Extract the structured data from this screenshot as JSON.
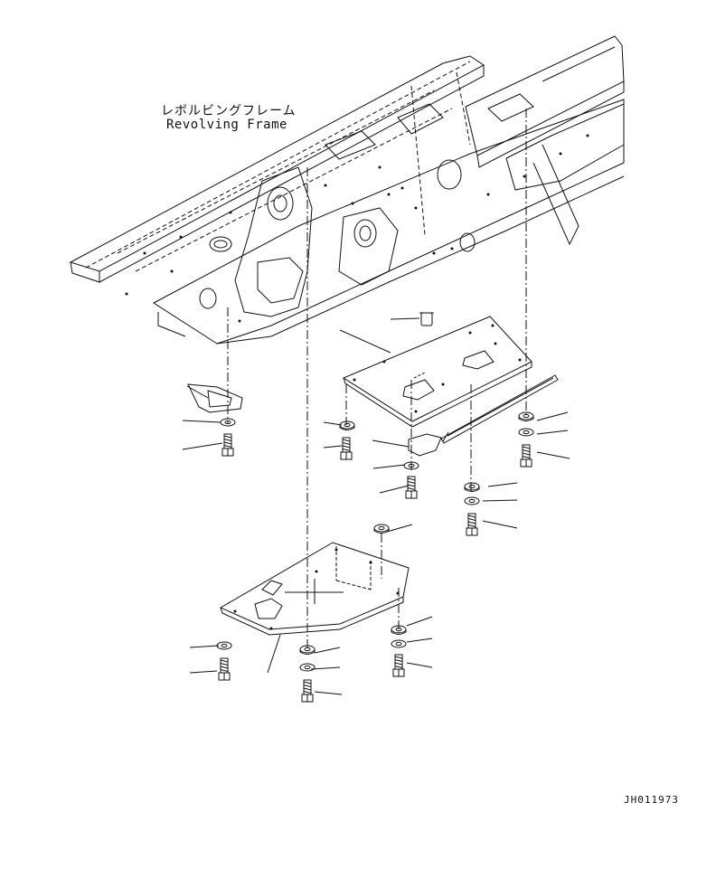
{
  "title": {
    "japanese": "レボルビングフレーム",
    "english": "Revolving Frame"
  },
  "drawing_id": "JH011973",
  "colors": {
    "line": "#111111",
    "background": "#ffffff"
  }
}
